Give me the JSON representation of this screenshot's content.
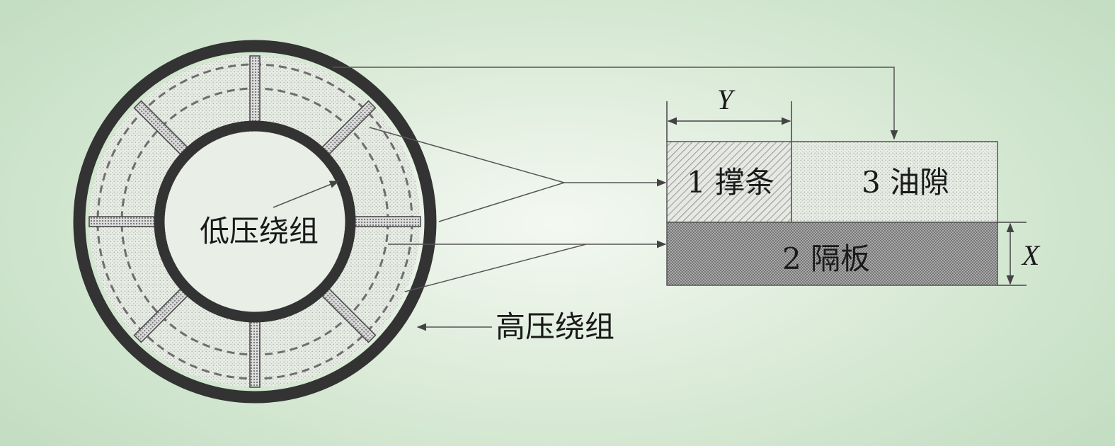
{
  "labels": {
    "low_voltage_winding": "低压绕组",
    "high_voltage_winding": "高压绕组",
    "strip": "1 撑条",
    "oil_gap": "3 油隙",
    "barrier": "2 隔板",
    "dim_y": "Y",
    "dim_x": "X"
  },
  "colors": {
    "background": "#d9ead6",
    "winding_ring": "#333333",
    "annulus_fill": "#e9eee6",
    "strip_fill": "#d0d0d0",
    "hatch": "#555555",
    "leader_line": "#555555"
  }
}
